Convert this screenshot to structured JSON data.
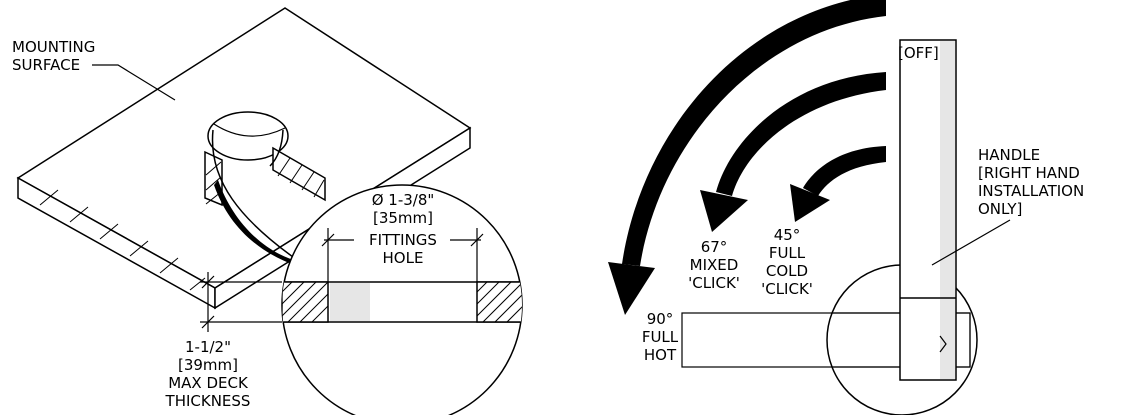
{
  "left": {
    "mounting_surface_label": [
      "MOUNTING",
      "SURFACE"
    ],
    "hole_diameter_label": [
      "Ø 1-3/8\"",
      "[35mm]"
    ],
    "fittings_hole_label": [
      "FITTINGS",
      "HOLE"
    ],
    "deck_thickness_label": [
      "1-1/2\"",
      "[39mm]",
      "MAX DECK",
      "THICKNESS"
    ]
  },
  "right": {
    "off_label": "[OFF]",
    "handle_label": [
      "HANDLE",
      "[RIGHT HAND",
      "INSTALLATION",
      "ONLY]"
    ],
    "pos_45_label": [
      "45°",
      "FULL",
      "COLD",
      "'CLICK'"
    ],
    "pos_67_label": [
      "67°",
      "MIXED",
      "'CLICK'"
    ],
    "pos_90_label": [
      "90°",
      "FULL",
      "HOT"
    ]
  },
  "colors": {
    "ink": "#000000",
    "shade": "#e6e6e6",
    "paper": "#ffffff"
  }
}
